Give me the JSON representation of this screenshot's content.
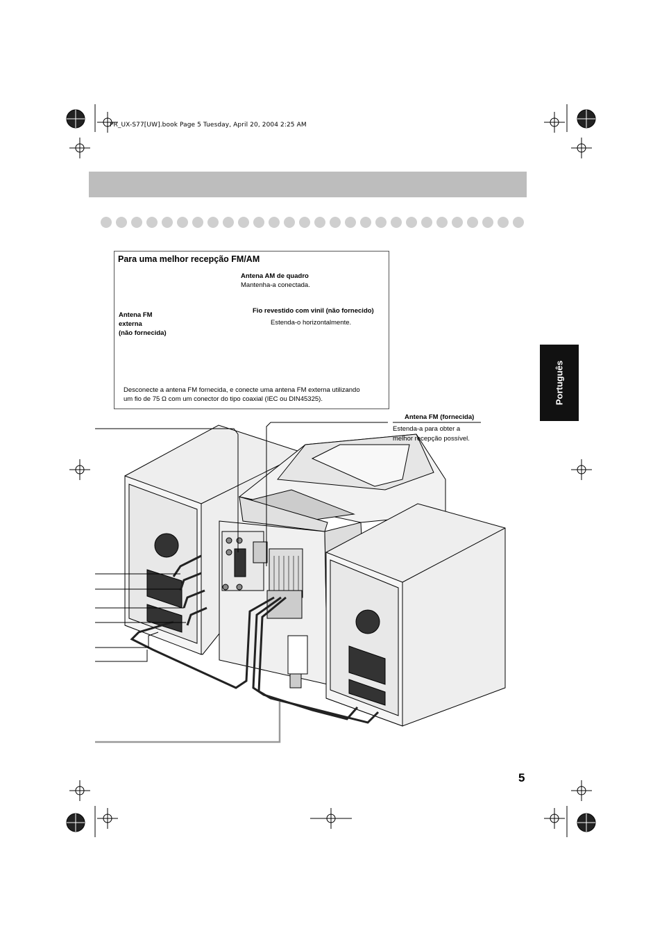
{
  "header": {
    "file_info": "PR_UX-S77[UW].book  Page 5  Tuesday, April 20, 2004  2:25 AM"
  },
  "side_tab": {
    "language": "Português"
  },
  "inset": {
    "title": "Para uma melhor recepção FM/AM",
    "am_loop_title": "Antena AM de quadro",
    "am_loop_note": "Mantenha-a conectada.",
    "vinyl_wire_title": "Fio revestido com vinil (não fornecido)",
    "vinyl_wire_note": "Estenda-o horizontalmente.",
    "fm_external_line1": "Antena FM",
    "fm_external_line2": "externa",
    "fm_external_line3": "(não fornecida)",
    "instruction_line1": "Desconecte a antena FM fornecida, e conecte uma antena FM externa utilizando",
    "instruction_line2": "um fio de 75 Ω com um conector do tipo coaxial (IEC ou DIN45325)."
  },
  "main": {
    "fm_supplied_title": "Antena FM (fornecida)",
    "fm_supplied_note1": "Estenda-a para obter a",
    "fm_supplied_note2": "melhor recepção possível."
  },
  "page_number": "5"
}
